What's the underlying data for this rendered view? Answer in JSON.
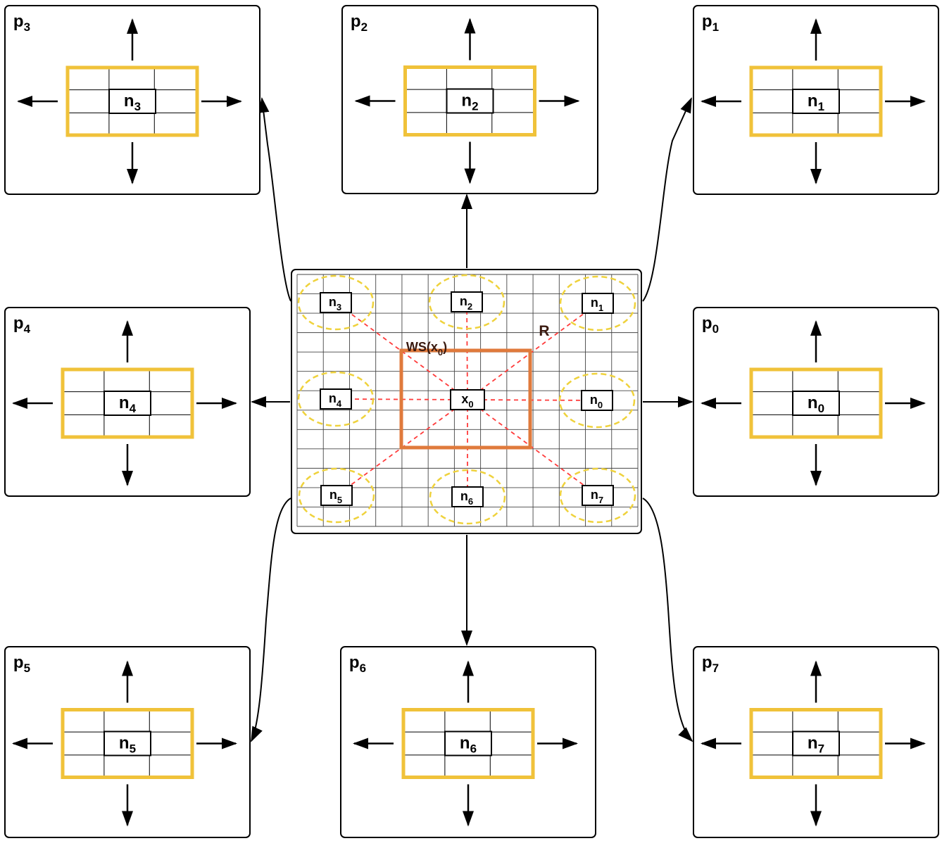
{
  "center": {
    "center_node": {
      "base": "x",
      "sub": "0"
    },
    "window_label": {
      "base": "WS(x",
      "sub": "0",
      "tail": ")"
    },
    "radius_label": "R",
    "neighbors": [
      {
        "id": "n0",
        "base": "n",
        "sub": "0"
      },
      {
        "id": "n1",
        "base": "n",
        "sub": "1"
      },
      {
        "id": "n2",
        "base": "n",
        "sub": "2"
      },
      {
        "id": "n3",
        "base": "n",
        "sub": "3"
      },
      {
        "id": "n4",
        "base": "n",
        "sub": "4"
      },
      {
        "id": "n5",
        "base": "n",
        "sub": "5"
      },
      {
        "id": "n6",
        "base": "n",
        "sub": "6"
      },
      {
        "id": "n7",
        "base": "n",
        "sub": "7"
      }
    ]
  },
  "panels": [
    {
      "id": "p0",
      "label": {
        "base": "p",
        "sub": "0"
      },
      "node": {
        "base": "n",
        "sub": "0"
      }
    },
    {
      "id": "p1",
      "label": {
        "base": "p",
        "sub": "1"
      },
      "node": {
        "base": "n",
        "sub": "1"
      }
    },
    {
      "id": "p2",
      "label": {
        "base": "p",
        "sub": "2"
      },
      "node": {
        "base": "n",
        "sub": "2"
      }
    },
    {
      "id": "p3",
      "label": {
        "base": "p",
        "sub": "3"
      },
      "node": {
        "base": "n",
        "sub": "3"
      }
    },
    {
      "id": "p4",
      "label": {
        "base": "p",
        "sub": "4"
      },
      "node": {
        "base": "n",
        "sub": "4"
      }
    },
    {
      "id": "p5",
      "label": {
        "base": "p",
        "sub": "5"
      },
      "node": {
        "base": "n",
        "sub": "5"
      }
    },
    {
      "id": "p6",
      "label": {
        "base": "p",
        "sub": "6"
      },
      "node": {
        "base": "n",
        "sub": "6"
      }
    },
    {
      "id": "p7",
      "label": {
        "base": "p",
        "sub": "7"
      },
      "node": {
        "base": "n",
        "sub": "7"
      }
    }
  ],
  "colors": {
    "panel_outline": "#000000",
    "node_frame": "#f0c23a",
    "search_window": "#e07a3c",
    "neighborhood_ellipse": "#efd23c",
    "radius_ray": "#ff3b3b"
  }
}
